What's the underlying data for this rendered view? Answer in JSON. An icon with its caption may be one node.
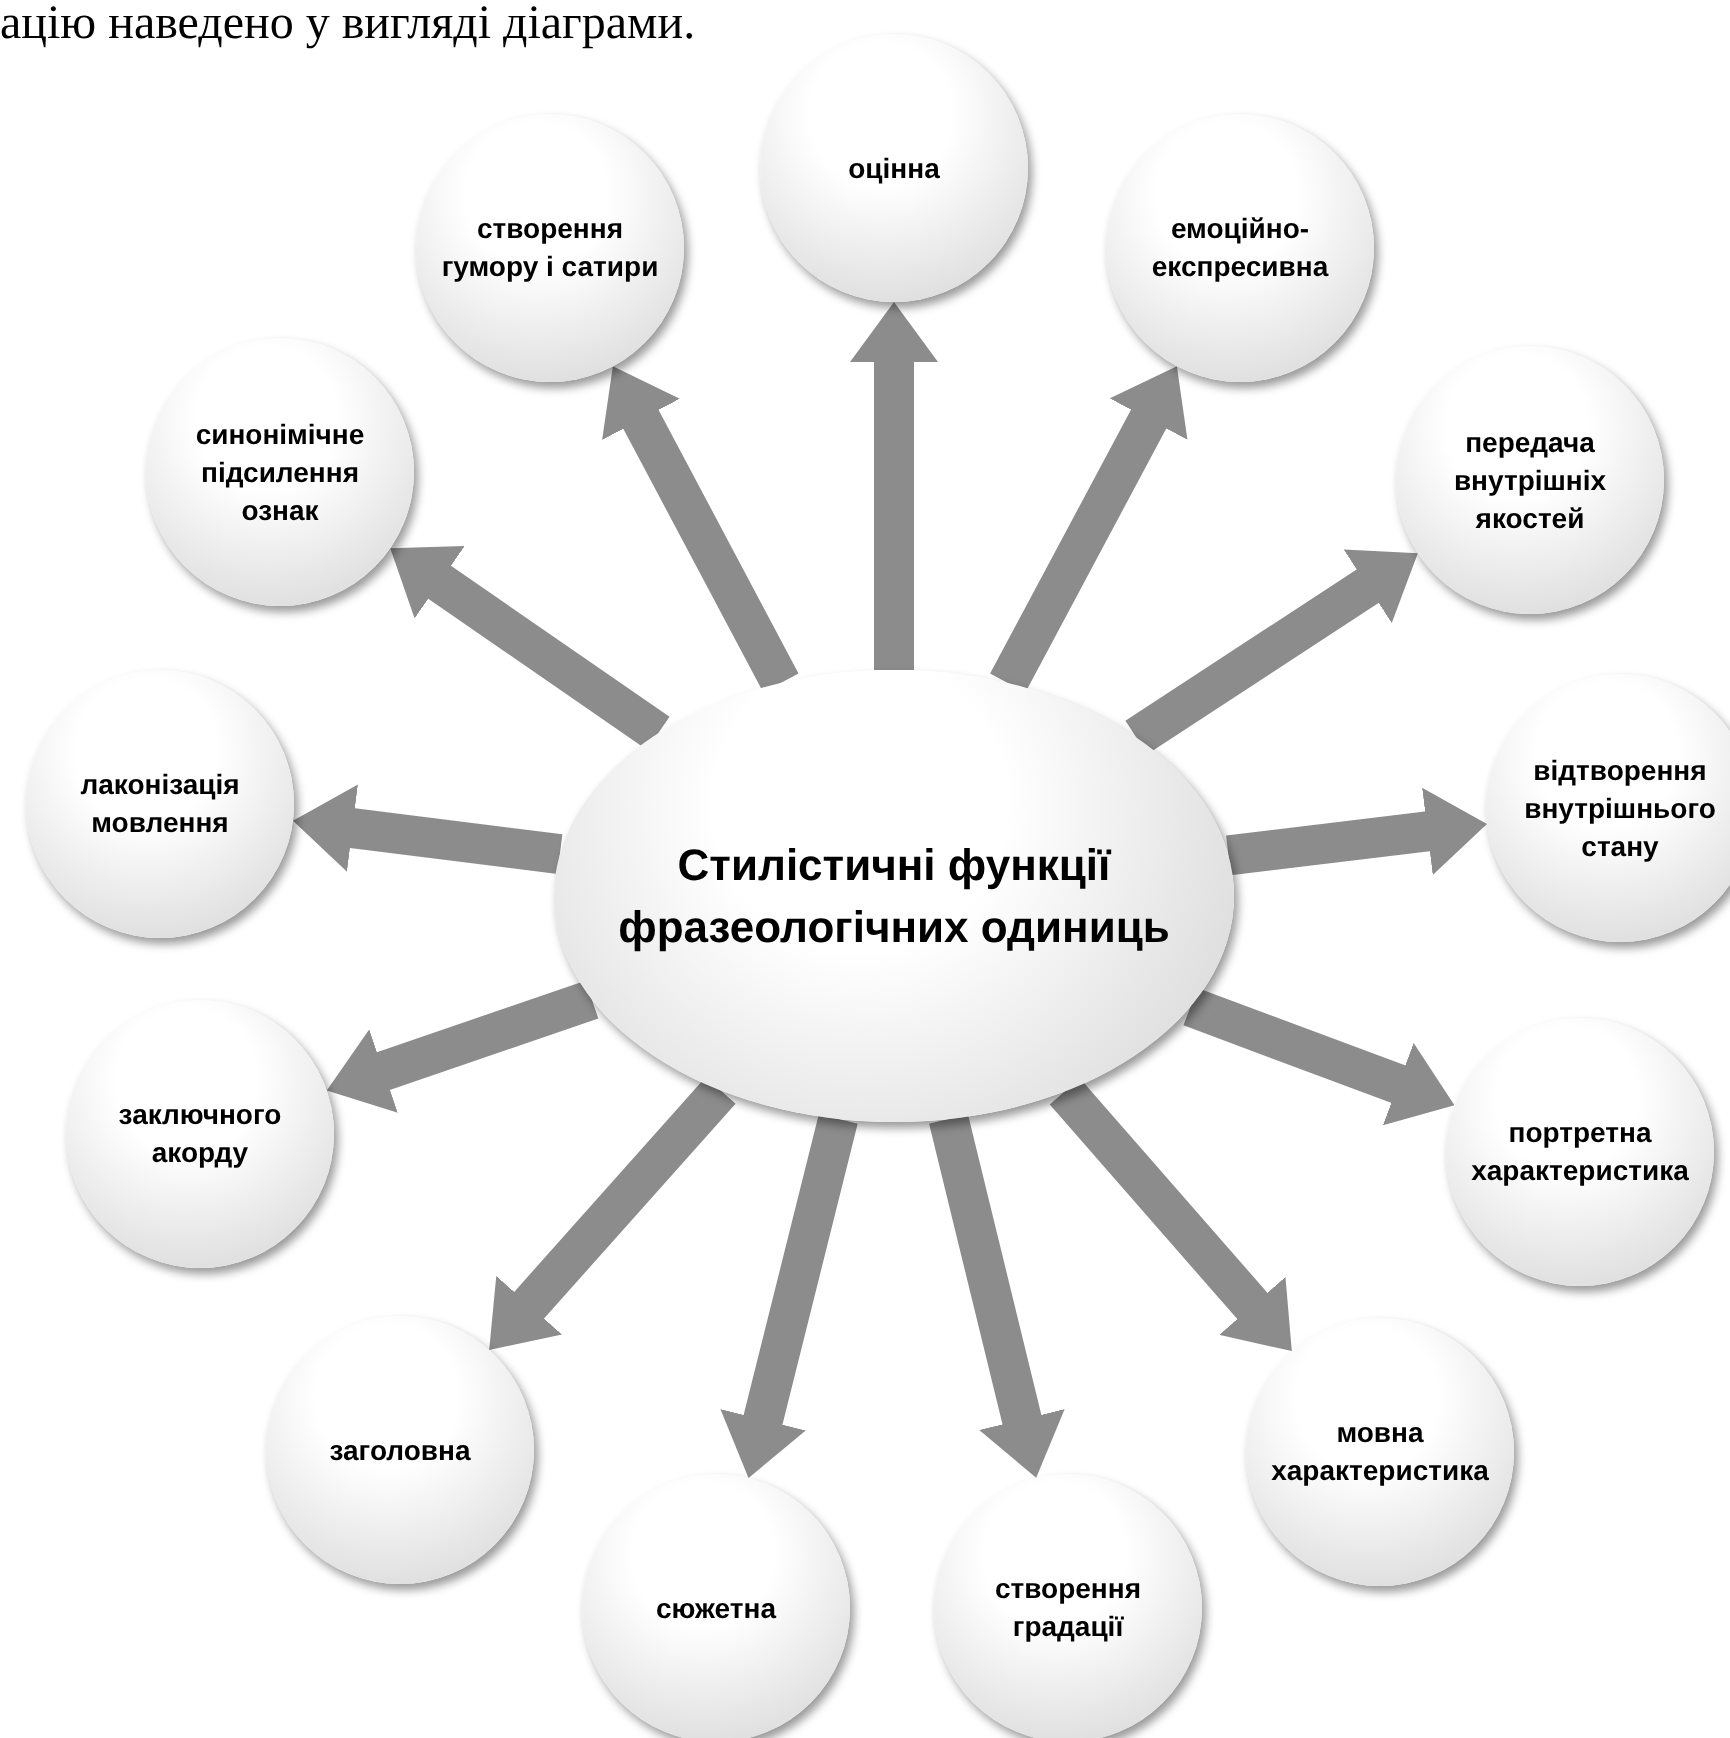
{
  "diagram": {
    "nodes": [
      {
        "text": [
          "Стилістичні функції фразеологічних одиниць"
        ]
      },
      {
        "text": [
          "оцінна"
        ]
      },
      {
        "text": [
          "емоційно-експресивна"
        ]
      },
      {
        "text": [
          "передача внутрішніх якостей"
        ]
      },
      {
        "text": [
          "відтворення внутрішнього стану"
        ]
      },
      {
        "text": [
          "портретна характеристика"
        ]
      },
      {
        "text": [
          "мовна характеристика"
        ]
      },
      {
        "text": [
          "створення градації"
        ]
      },
      {
        "text": [
          "сюжетна"
        ]
      },
      {
        "text": [
          "заголовна"
        ]
      },
      {
        "text": [
          "заключного акорду"
        ]
      },
      {
        "text": [
          "лаконізація мовлення"
        ]
      },
      {
        "text": [
          "синонімічне підсилення ознак"
        ]
      },
      {
        "text": [
          "створення гумору і сатири"
        ]
      }
    ],
    "edges": [
      {
        "from": 0,
        "to": 1,
        "arrow": "to"
      },
      {
        "from": 0,
        "to": 2,
        "arrow": "to"
      },
      {
        "from": 0,
        "to": 3,
        "arrow": "to"
      },
      {
        "from": 0,
        "to": 4,
        "arrow": "to"
      },
      {
        "from": 0,
        "to": 5,
        "arrow": "to"
      },
      {
        "from": 0,
        "to": 6,
        "arrow": "to"
      },
      {
        "from": 0,
        "to": 7,
        "arrow": "to"
      },
      {
        "from": 0,
        "to": 8,
        "arrow": "to"
      },
      {
        "from": 0,
        "to": 9,
        "arrow": "to"
      },
      {
        "from": 0,
        "to": 10,
        "arrow": "to"
      },
      {
        "from": 0,
        "to": 11,
        "arrow": "to"
      },
      {
        "from": 0,
        "to": 12,
        "arrow": "to"
      },
      {
        "from": 0,
        "to": 13,
        "arrow": "to"
      }
    ],
    "labels": [
      "ацію наведено у вигляді діаграми."
    ]
  }
}
